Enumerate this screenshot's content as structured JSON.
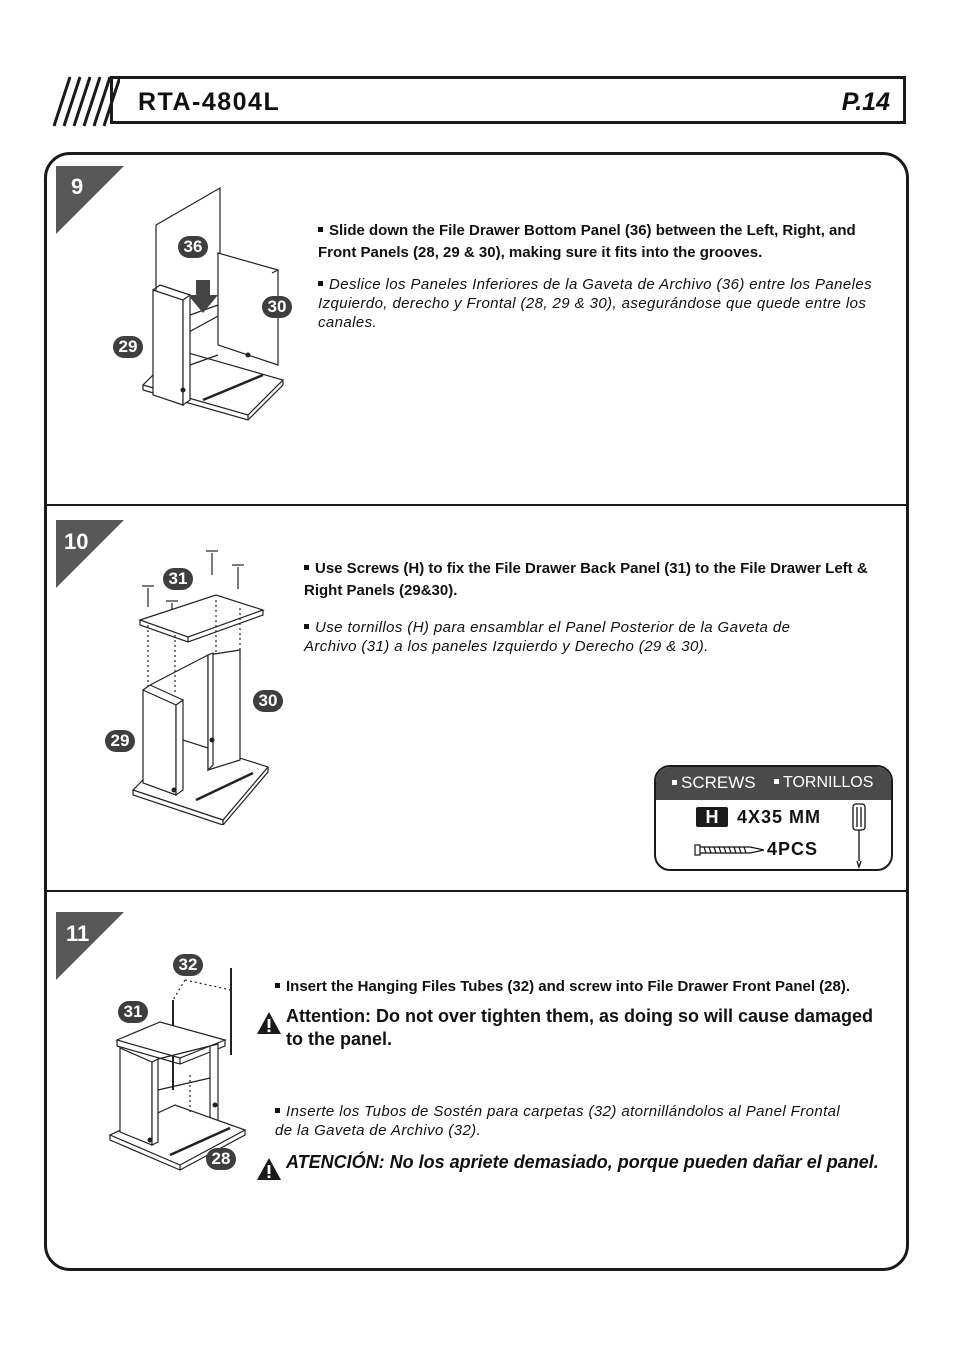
{
  "header": {
    "model": "RTA-4804L",
    "page": "P.14"
  },
  "steps": [
    {
      "number": "9",
      "text_en": "Slide down the File Drawer Bottom Panel (36) between the Left, Right, and Front Panels (28, 29 & 30), making sure it fits into the grooves.",
      "text_es": "Deslice los Paneles Inferiores de la Gaveta de Archivo (36) entre los Paneles Izquierdo, derecho y Frontal (28, 29 & 30), asegurándose que quede entre los canales.",
      "callouts": [
        "36",
        "30",
        "29"
      ]
    },
    {
      "number": "10",
      "text_en": "Use Screws (H) to fix the File Drawer Back Panel (31) to the File Drawer Left & Right Panels (29&30).",
      "text_es": "Use tornillos (H) para ensamblar el Panel Posterior de la Gaveta de Archivo (31) a los paneles Izquierdo y Derecho (29 & 30).",
      "callouts": [
        "31",
        "30",
        "29"
      ],
      "screws": {
        "label_en": "SCREWS",
        "label_es": "TORNILLOS",
        "code": "H",
        "size": "4X35 MM",
        "qty": "4PCS"
      }
    },
    {
      "number": "11",
      "text_en": "Insert the Hanging Files Tubes (32) and screw into File Drawer Front Panel (28).",
      "warning_en": "Attention: Do not over tighten them, as doing so will cause damaged to the panel.",
      "text_es": "Inserte los Tubos de Sostén para carpetas (32) atornillándolos al Panel Frontal de la Gaveta de Archivo (32).",
      "warning_es": "ATENCIÓN: No los apriete demasiado, porque pueden dañar el panel.",
      "callouts": [
        "32",
        "31",
        "28"
      ]
    }
  ]
}
